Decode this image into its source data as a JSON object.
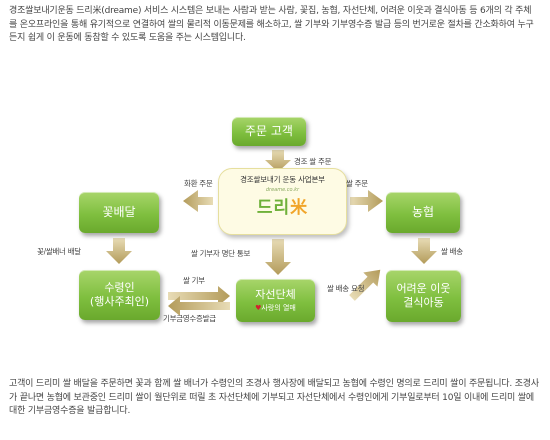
{
  "intro": "경조쌀보내기운동 드리米(dreame) 서비스 시스템은 보내는 사람과 받는 사람, 꽃집, 농협, 자선단체, 어려운 이웃과 결식아동 등 6개의 각 주체를 온오프라인을 통해 유기적으로 연결하여 쌀의 물리적 이동문제를 해소하고, 쌀 기부와 기부영수증 발급 등의 번거로운 절차를 간소화하여 누구든지 쉽게 이 운동에 동참할 수 있도록 도움을 주는 시스템입니다.",
  "footer": "고객이 드리미 쌀 배달을 주문하면 꽃과 함께 쌀 배너가 수령인의 조경사 행사장에 배달되고 농협에 수령인 명의로 드리미 쌀이 주문됩니다. 조경사가 끝나면 농협에 보관중인 드리미 쌀이 월단위로 떠릴 초 자선단체에 기부되고 자선단체에서 수령인에게 기부일로부터 10일 이내에 드리미 쌀에 대한 기부금영수증을 발급합니다.",
  "boxes": {
    "customer": "주문 고객",
    "florist": "꽃배달",
    "nh": "농협",
    "recipient_l1": "수령인",
    "recipient_l2": "(행사주최인)",
    "charity": "자선단체",
    "charity_sub": "사랑의 열매",
    "needy_l1": "어려운 이웃",
    "needy_l2": "결식아동"
  },
  "center": {
    "org": "경조쌀보내기 운동 사업본부",
    "url": "dreame.co.kr",
    "brand_part1": "드리",
    "brand_part2": "米"
  },
  "labels": {
    "order_top": "경조 쌀 주문",
    "flower_order": "화환 주문",
    "rice_order": "쌀 주문",
    "flower_banner_delivery": "꽃/쌀배너 배달",
    "donor_notice": "쌀 기부자 명단 통보",
    "rice_delivery": "쌀 배송",
    "rice_delivery_request": "쌀 배송 요청",
    "rice_donation": "쌀 기부",
    "receipt": "기부금영수증발급"
  },
  "colors": {
    "box_green": "#7fbf3f",
    "arrow_tan": "#c9b47a",
    "brand_green": "#6fb13a",
    "brand_orange": "#f1a52a"
  }
}
